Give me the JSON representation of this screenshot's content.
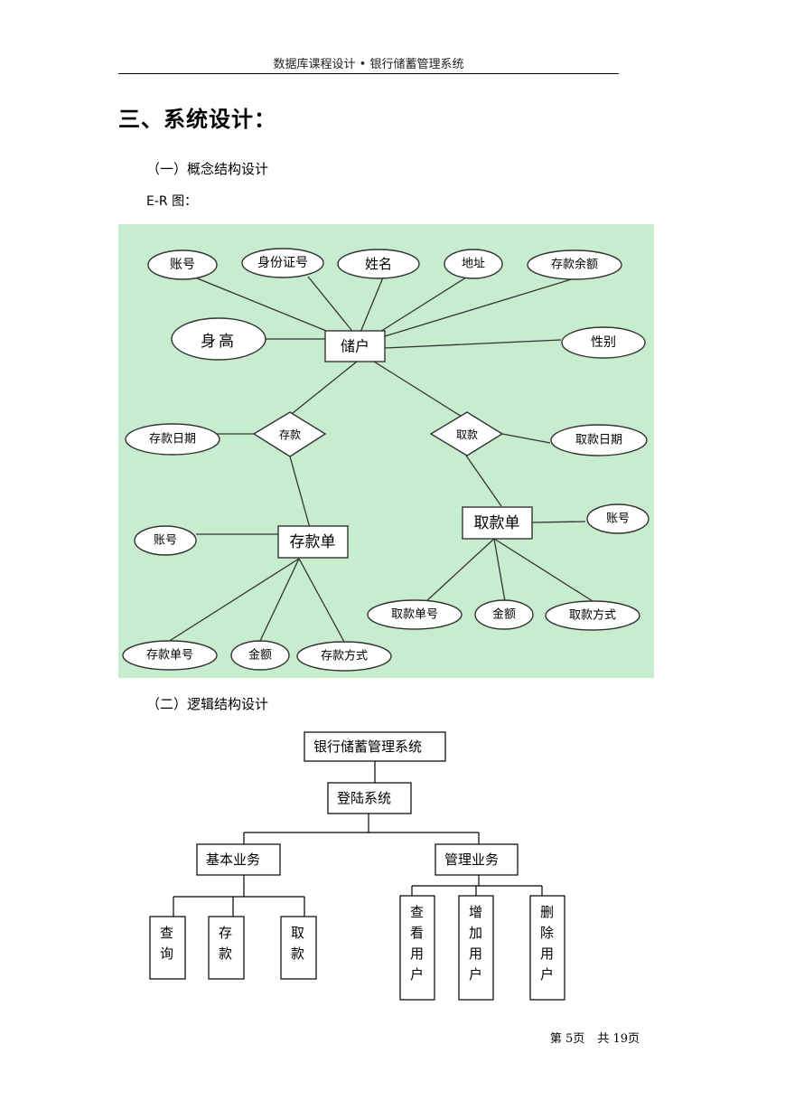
{
  "header": {
    "title": "数据库课程设计 • 银行储蓄管理系统"
  },
  "heading": "三、系统设计：",
  "section1": "（一）概念结构设计",
  "er_caption": "E-R 图：",
  "er": {
    "entities": {
      "customer": "储户",
      "deposit_slip": "存款单",
      "withdraw_slip": "取款单"
    },
    "relationships": {
      "deposit": "存款",
      "withdraw": "取款"
    },
    "attributes": {
      "account": "账号",
      "id_number": "身份证号",
      "name": "姓名",
      "address": "地址",
      "balance": "存款余额",
      "height": "身高",
      "gender": "性别",
      "deposit_date": "存款日期",
      "withdraw_date": "取款日期",
      "dep_account": "账号",
      "wd_account": "账号",
      "deposit_no": "存款单号",
      "dep_amount": "金额",
      "deposit_method": "存款方式",
      "withdraw_no": "取款单号",
      "wd_amount": "金额",
      "withdraw_method": "取款方式"
    }
  },
  "section2": "（二）逻辑结构设计",
  "tree": {
    "root": "银行储蓄管理系统",
    "login": "登陆系统",
    "basic": "基本业务",
    "manage": "管理业务",
    "basic_children": [
      {
        "lines": [
          "查",
          "询"
        ]
      },
      {
        "lines": [
          "存",
          "款"
        ]
      },
      {
        "lines": [
          "取",
          "款"
        ]
      }
    ],
    "manage_children": [
      {
        "lines": [
          "查",
          "看",
          "用",
          "户"
        ]
      },
      {
        "lines": [
          "增",
          "加",
          "用",
          "户"
        ]
      },
      {
        "lines": [
          "删",
          "除",
          "用",
          "户"
        ]
      }
    ]
  },
  "footer": {
    "page": "第 5页",
    "total": "共 19页"
  }
}
